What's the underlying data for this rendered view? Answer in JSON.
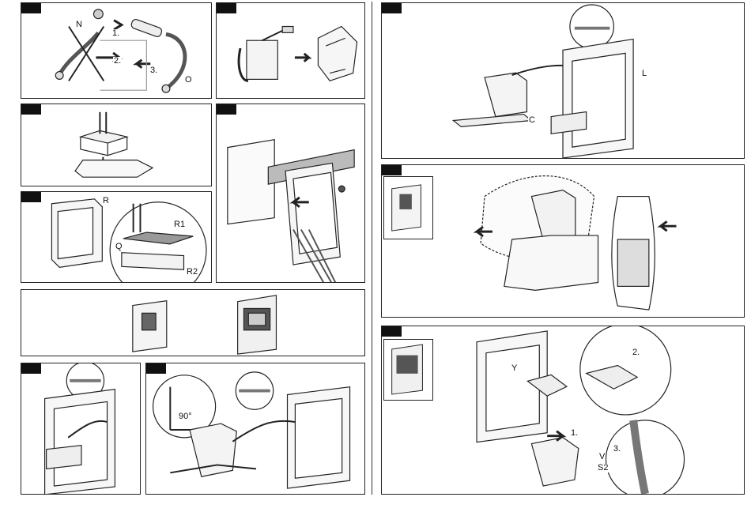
{
  "labels": {
    "p1_n": "N",
    "p1_1": "1.",
    "p1_2": "2.",
    "p1_3": "3.",
    "p1_o": "O",
    "p4_r": "R",
    "p4_r1": "R1",
    "p4_q": "Q",
    "p4_r2": "R2",
    "p9_l": "L",
    "p9_c": "C",
    "p8_90": "90°",
    "p11_y": "Y",
    "p11_2": "2.",
    "p11_1": "1.",
    "p11_v": "V",
    "p11_3": "3.",
    "p11_s2": "S2"
  },
  "icons": [
    "step-marker-tab",
    "flush-valve-module",
    "connection-cable",
    "mounting-frame",
    "spirit-level",
    "concealed-cistern"
  ]
}
